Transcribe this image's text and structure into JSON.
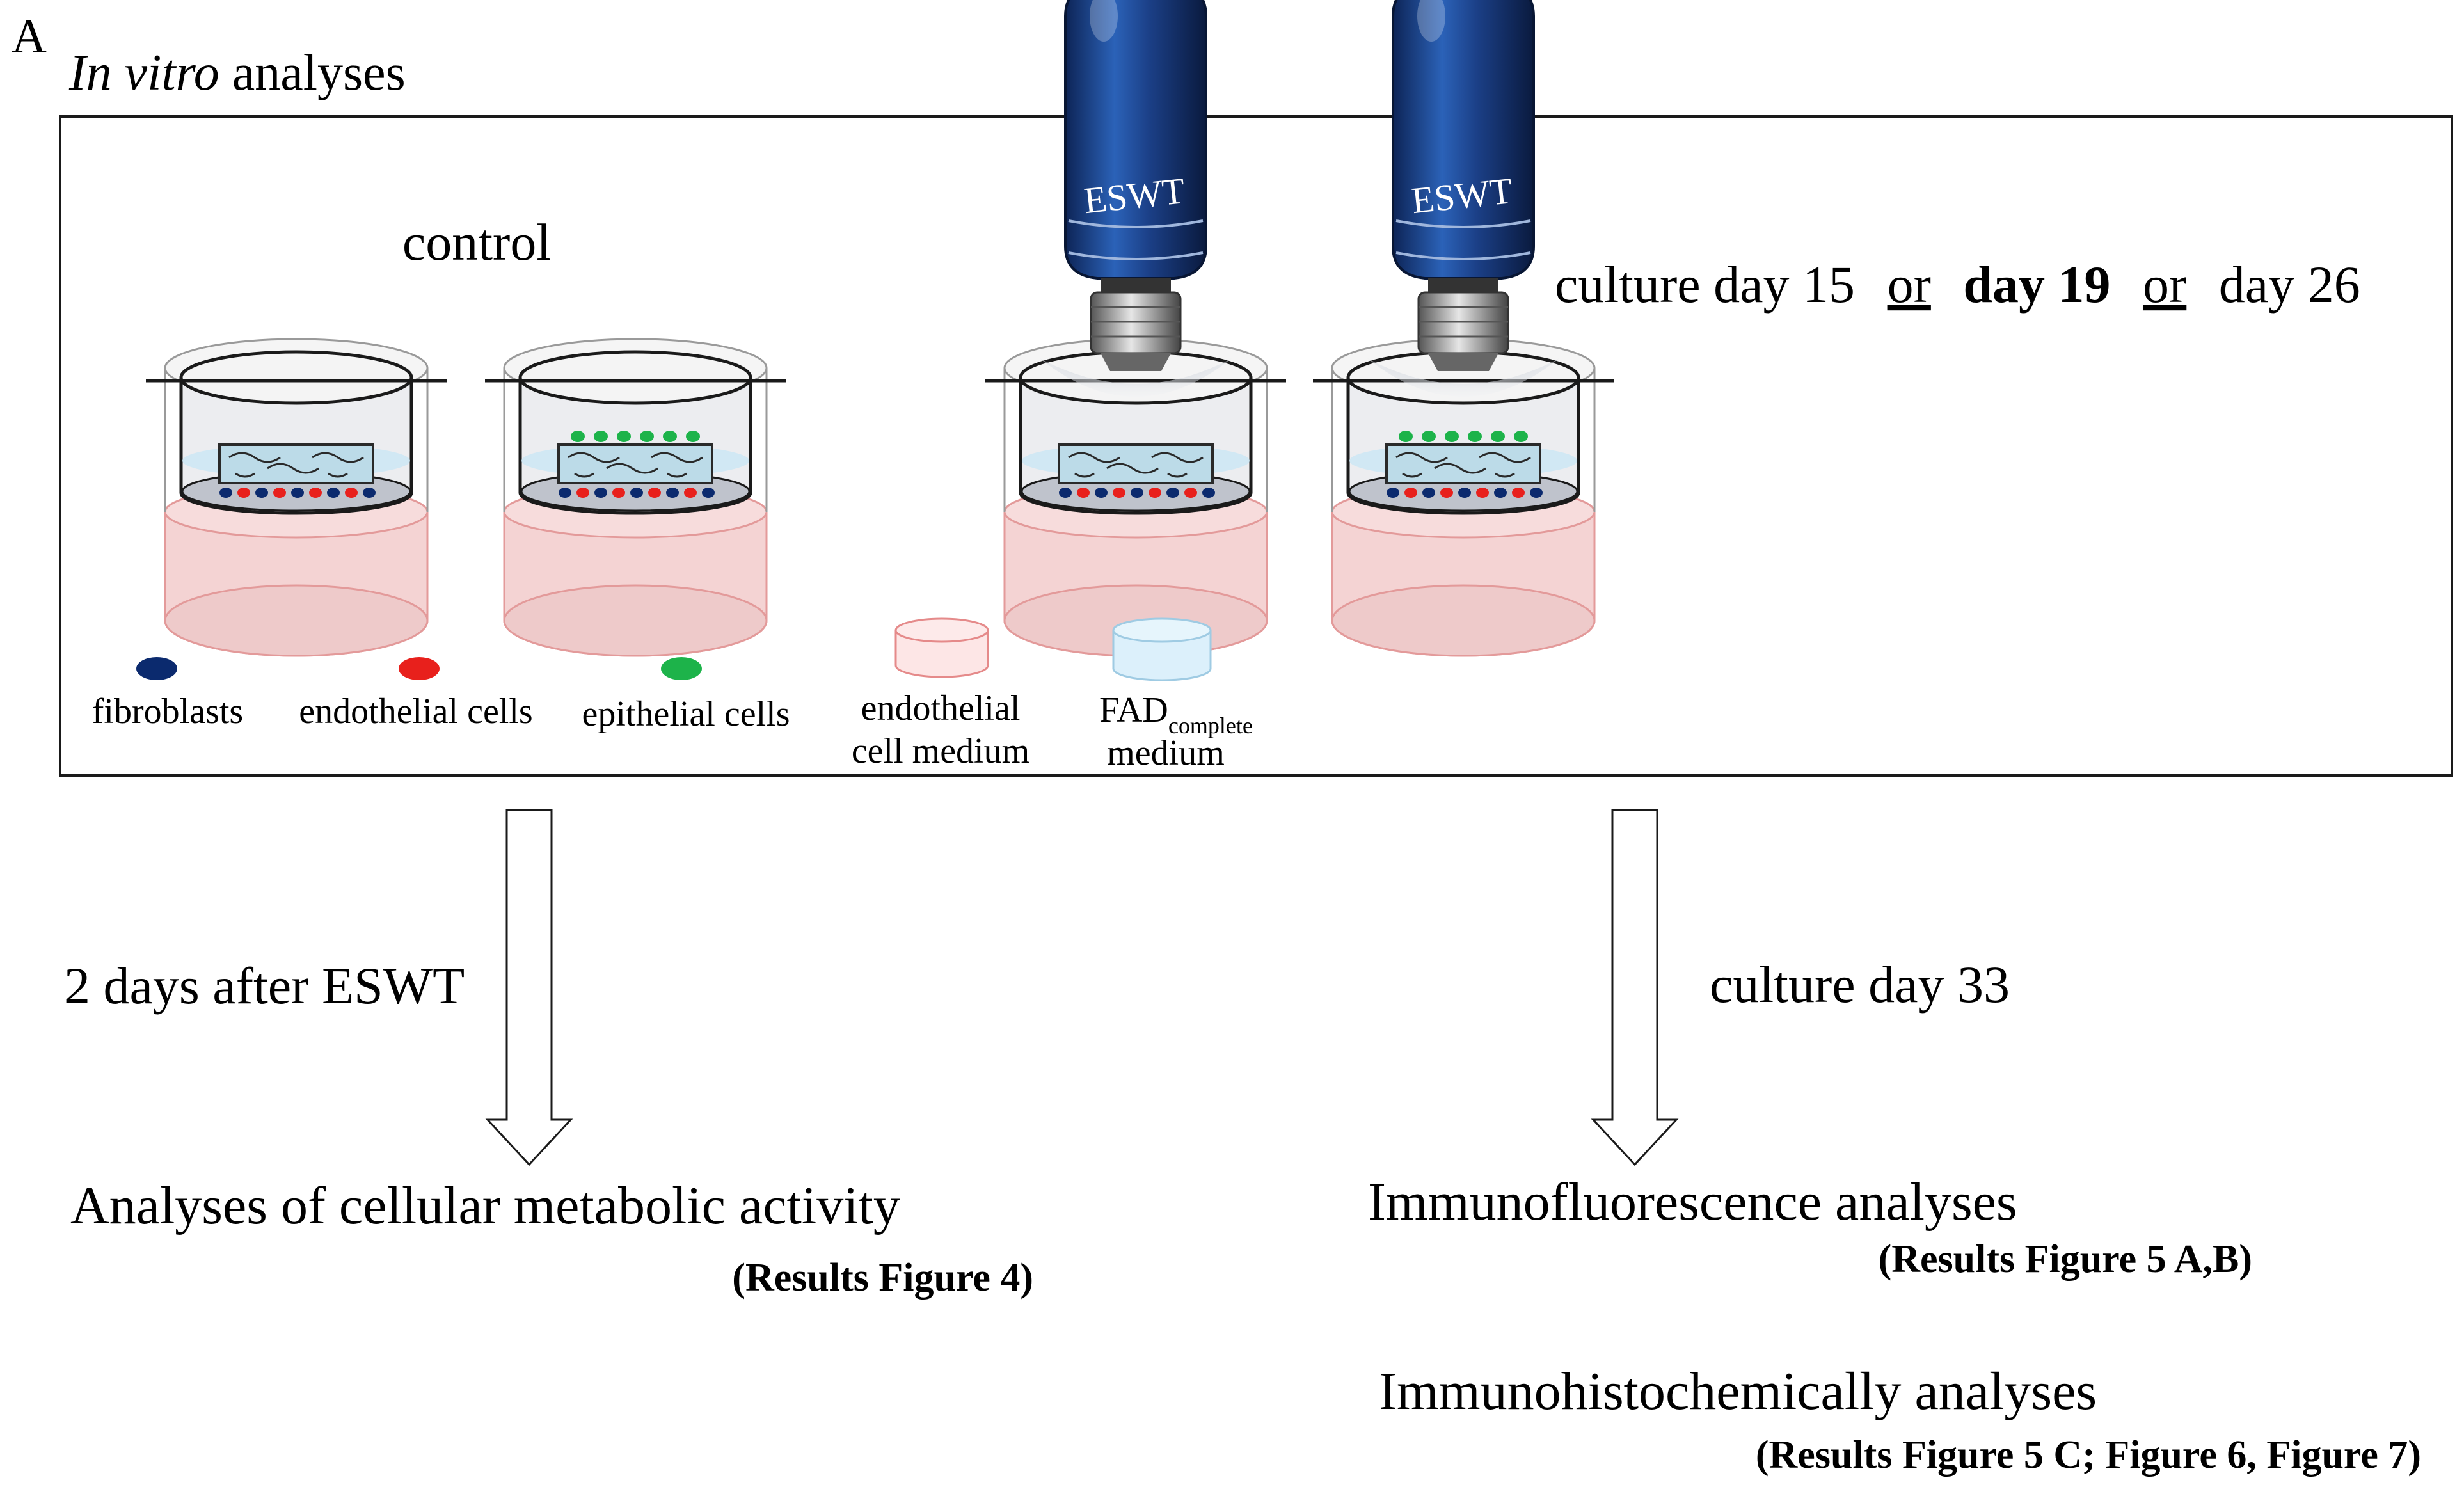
{
  "panel_label": "A",
  "heading": {
    "italic": "In vitro",
    "rest": " analyses"
  },
  "control_label": "control",
  "timing": {
    "prefix": "culture day 15",
    "or1": "or",
    "bold": "day 19",
    "or2": "or",
    "suffix": "day 26"
  },
  "device_label": "ESWT",
  "legend": {
    "fibroblasts": "fibroblasts",
    "endothelial_cells": "endothelial cells",
    "epithelial_cells": "epithelial cells",
    "endo_medium_line1": "endothelial",
    "endo_medium_line2": "cell medium",
    "fad_main": "FAD",
    "fad_sub": "complete",
    "fad_line2": "medium"
  },
  "flow": {
    "left_arrow_label": "2 days after ESWT",
    "right_arrow_label": "culture day 33",
    "left_result_title": "Analyses of cellular metabolic activity",
    "left_result_ref": "(Results Figure 4)",
    "right_result_title_1": "Immunofluorescence analyses",
    "right_result_ref_1": "(Results Figure 5 A,B)",
    "right_result_title_2": "Immunohistochemically analyses",
    "right_result_ref_2": "(Results Figure 5 C; Figure 6, Figure 7)"
  },
  "colors": {
    "fibroblast": "#0b2a6e",
    "endothelial": "#e8201c",
    "epithelial": "#1db34a",
    "endo_medium": "#f4c3c3",
    "fad_medium": "#d2ecf8",
    "device_blue": "#1b3f86"
  }
}
